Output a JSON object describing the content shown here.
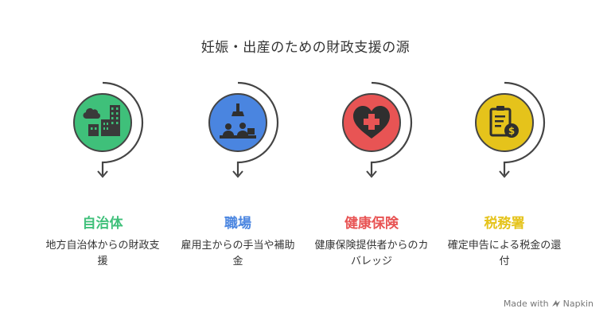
{
  "title": "妊娠・出産のための財政支援の源",
  "items": [
    {
      "heading": "自治体",
      "description": "地方自治体からの財政支援",
      "color": "#3fc07a",
      "icon": "city-buildings-icon"
    },
    {
      "heading": "職場",
      "description": "雇用主からの手当や補助金",
      "color": "#4a85e0",
      "icon": "workplace-desk-icon"
    },
    {
      "heading": "健康保険",
      "description": "健康保険提供者からのカバレッジ",
      "color": "#e85454",
      "icon": "medical-heart-icon"
    },
    {
      "heading": "税務署",
      "description": "確定申告による税金の還付",
      "color": "#e5c31b",
      "icon": "tax-clipboard-icon"
    }
  ],
  "footer": {
    "made_with": "Made with",
    "brand": "Napkin"
  }
}
